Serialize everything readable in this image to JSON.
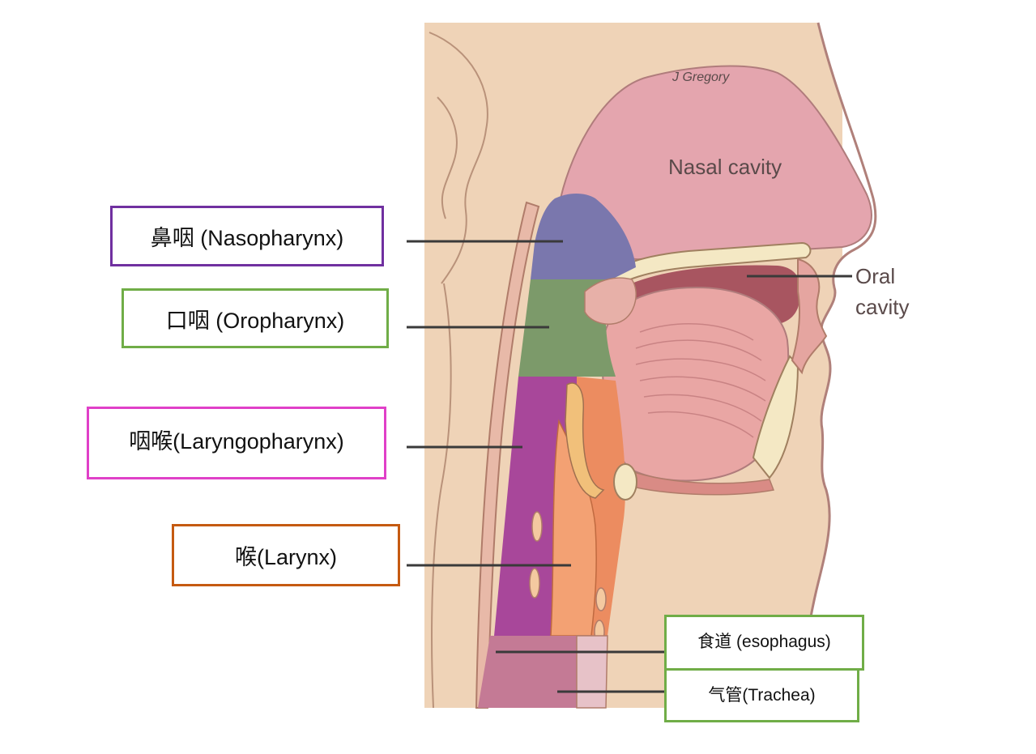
{
  "labels": {
    "nasopharynx": "鼻咽 (Nasopharynx)",
    "oropharynx": "口咽 (Oropharynx)",
    "laryngopharynx": "咽喉(Laryngopharynx)",
    "larynx": "喉(Larynx)",
    "esophagus": "食道 (esophagus)",
    "trachea": "气管(Trachea)"
  },
  "image_text": {
    "nasal_cavity": "Nasal cavity",
    "oral_line1": "Oral",
    "oral_line2": "cavity",
    "signature": "J Gregory"
  },
  "colors": {
    "skin": "#efd2b5",
    "skin_outline": "#b07c6a",
    "nasal": "#e6a6ad",
    "nasopharynx": "#7a77ad",
    "oropharynx": "#7c9a6a",
    "laryngopharynx": "#a8479a",
    "larynx": "#ec8c60",
    "tongue": "#e9a6a4",
    "box_nasopharynx": "#7030a0",
    "box_oropharynx": "#70ad47",
    "box_laryngopharynx": "#e040c8",
    "box_larynx": "#c55a11",
    "box_esophagus": "#70ad47",
    "box_trachea": "#70ad47"
  }
}
